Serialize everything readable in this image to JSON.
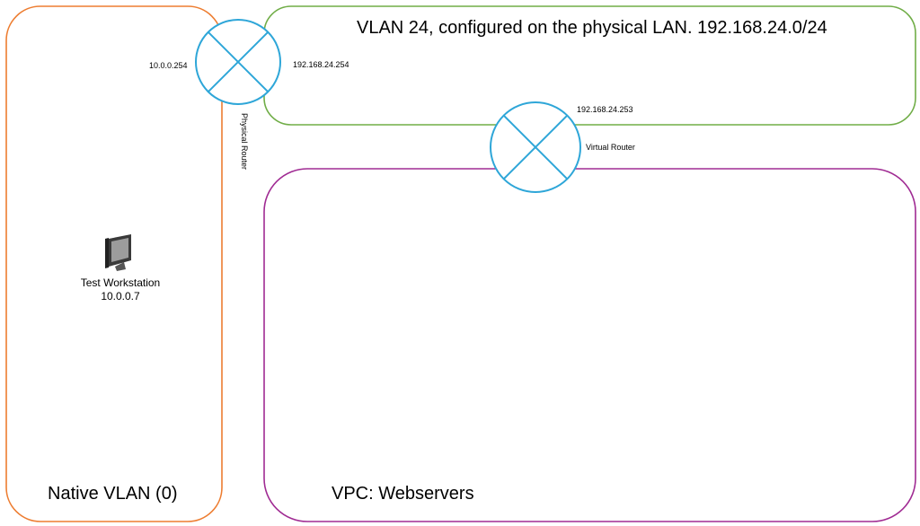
{
  "zones": {
    "native_vlan": {
      "label": "Native VLAN (0)",
      "color": "#ED7D31"
    },
    "vlan24": {
      "label": "VLAN 24, configured on the physical LAN. 192.168.24.0/24",
      "color": "#70AD47"
    },
    "vpc": {
      "label": "VPC: Webservers",
      "color": "#A02B93"
    }
  },
  "routers": {
    "physical": {
      "name": "Physical Router",
      "left_ip": "10.0.0.254",
      "right_ip": "192.168.24.254",
      "color": "#2EA6D8"
    },
    "virtual": {
      "name": "Virtual Router",
      "ip": "192.168.24.253",
      "color": "#2EA6D8"
    }
  },
  "workstation": {
    "name": "Test Workstation",
    "ip": "10.0.0.7",
    "icon": "desktop-computer-icon"
  }
}
